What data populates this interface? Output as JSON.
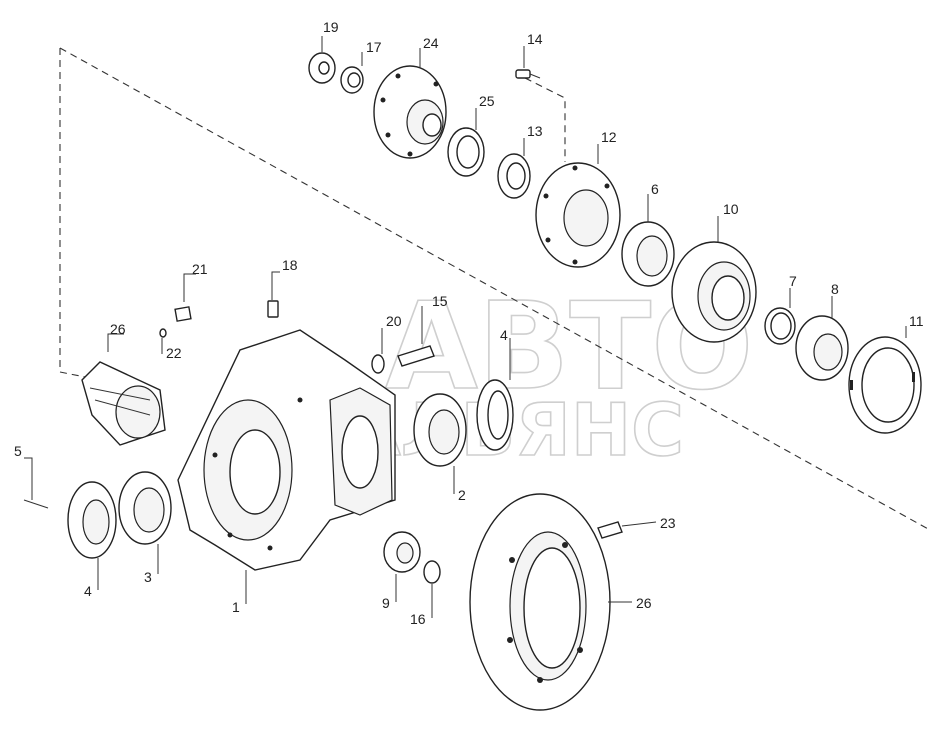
{
  "watermark": {
    "line1": "АВТО",
    "line2": "АЛЬЯНС"
  },
  "callouts": [
    {
      "id": "19",
      "text": "19"
    },
    {
      "id": "17",
      "text": "17"
    },
    {
      "id": "24",
      "text": "24"
    },
    {
      "id": "14",
      "text": "14"
    },
    {
      "id": "25",
      "text": "25"
    },
    {
      "id": "13",
      "text": "13"
    },
    {
      "id": "12",
      "text": "12"
    },
    {
      "id": "6",
      "text": "6"
    },
    {
      "id": "10",
      "text": "10"
    },
    {
      "id": "7",
      "text": "7"
    },
    {
      "id": "8",
      "text": "8"
    },
    {
      "id": "11",
      "text": "11"
    },
    {
      "id": "21",
      "text": "21"
    },
    {
      "id": "18",
      "text": "18"
    },
    {
      "id": "15",
      "text": "15"
    },
    {
      "id": "20",
      "text": "20"
    },
    {
      "id": "26a",
      "text": "26"
    },
    {
      "id": "22",
      "text": "22"
    },
    {
      "id": "4a",
      "text": "4"
    },
    {
      "id": "5",
      "text": "5"
    },
    {
      "id": "4b",
      "text": "4"
    },
    {
      "id": "3",
      "text": "3"
    },
    {
      "id": "1",
      "text": "1"
    },
    {
      "id": "2",
      "text": "2"
    },
    {
      "id": "9",
      "text": "9"
    },
    {
      "id": "16",
      "text": "16"
    },
    {
      "id": "23",
      "text": "23"
    },
    {
      "id": "26b",
      "text": "26"
    }
  ]
}
